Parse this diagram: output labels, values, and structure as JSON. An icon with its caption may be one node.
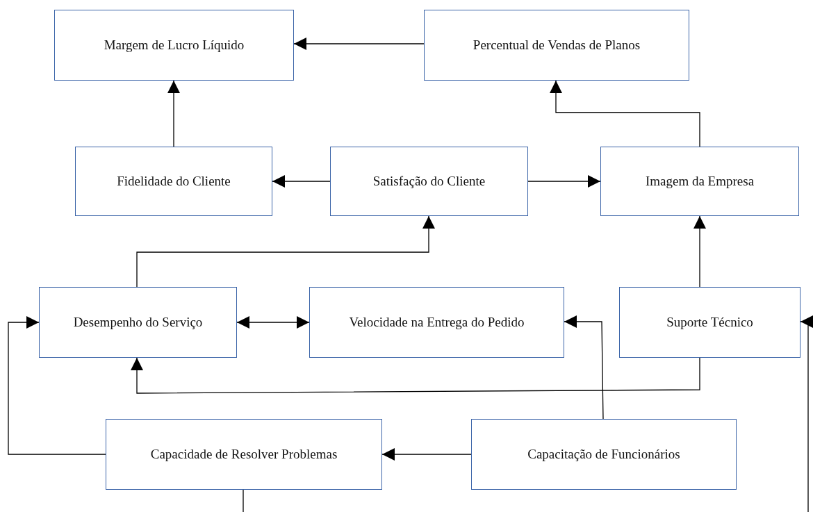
{
  "diagram": {
    "nodes": [
      {
        "text": [
          "Margem de Lucro Líquido"
        ]
      },
      {
        "text": [
          "Percentual de Vendas de Planos"
        ]
      },
      {
        "text": [
          "Fidelidade do Cliente"
        ]
      },
      {
        "text": [
          "Satisfação do Cliente"
        ]
      },
      {
        "text": [
          "Imagem da Empresa"
        ]
      },
      {
        "text": [
          "Desempenho do Serviço"
        ]
      },
      {
        "text": [
          "Velocidade na Entrega do Pedido"
        ]
      },
      {
        "text": [
          "Suporte Técnico"
        ]
      },
      {
        "text": [
          "Capacidade de Resolver Problemas"
        ]
      },
      {
        "text": [
          "Capacitação de Funcionários"
        ]
      }
    ],
    "edges": [
      {
        "from": 1,
        "to": 0,
        "arrow": "to"
      },
      {
        "from": 2,
        "to": 0,
        "arrow": "to"
      },
      {
        "from": 3,
        "to": 2,
        "arrow": "to"
      },
      {
        "from": 3,
        "to": 4,
        "arrow": "to"
      },
      {
        "from": 4,
        "to": 1,
        "arrow": "to"
      },
      {
        "from": 5,
        "to": 3,
        "arrow": "to"
      },
      {
        "from": 5,
        "to": 6,
        "arrow": "both"
      },
      {
        "from": 7,
        "to": 4,
        "arrow": "to"
      },
      {
        "from": 7,
        "to": 5,
        "arrow": "to"
      },
      {
        "from": 8,
        "to": 5,
        "arrow": "to"
      },
      {
        "from": 9,
        "to": 8,
        "arrow": "to"
      },
      {
        "from": 9,
        "to": 6,
        "arrow": "to"
      },
      {
        "from": 8,
        "to": null,
        "arrow": "none"
      },
      {
        "from": null,
        "to": 7,
        "arrow": "to"
      }
    ]
  }
}
